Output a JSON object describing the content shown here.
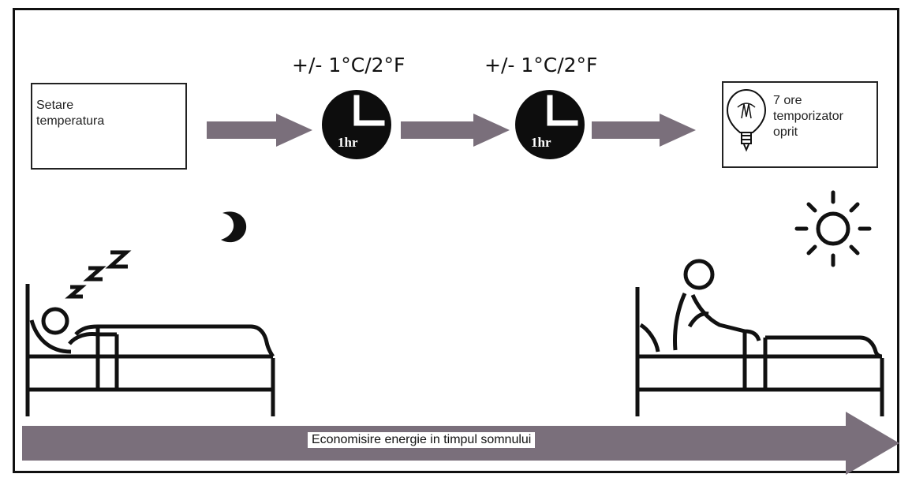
{
  "steps": {
    "start_box": {
      "line1": "Setare",
      "line2": "temperatura"
    },
    "change_1": "+/- 1°C/2°F",
    "change_2": "+/- 1°C/2°F",
    "clock_1_label": "1hr",
    "clock_2_label": "1hr",
    "end_box": {
      "line1": "7 ore",
      "line2": "temporizator",
      "line3": "oprit"
    }
  },
  "timeline": {
    "label": "Economisire energie in timpul somnului"
  },
  "icons": {
    "night": "crescent-moon-icon",
    "sleep": "zzz-icon",
    "day": "sun-icon",
    "timer": "clock-icon",
    "end": "light-bulb-icon"
  },
  "colors": {
    "arrow": "#7a6f7b",
    "stroke": "#111111",
    "clock": "#0d0d0d"
  }
}
